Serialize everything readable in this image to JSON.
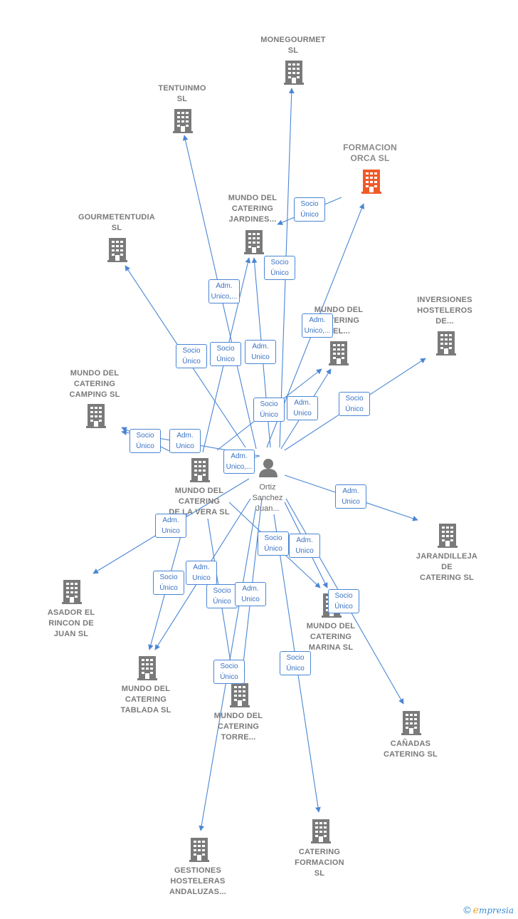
{
  "colors": {
    "edge": "#4a86d4",
    "building": "#7a7a7a",
    "highlight": "#f05a28"
  },
  "person": {
    "label_lines": [
      "Ortiz",
      "Sanchez",
      "Juan..."
    ],
    "icon": "person-icon"
  },
  "companies": [
    {
      "key": "monegourmet",
      "label_lines": [
        "MONEGOURMET",
        "SL"
      ]
    },
    {
      "key": "tentuinmo",
      "label_lines": [
        "TENTUINMO",
        "SL"
      ]
    },
    {
      "key": "formacion_orca",
      "label_lines": [
        "FORMACION",
        "ORCA SL"
      ],
      "highlight": true
    },
    {
      "key": "jardines",
      "label_lines": [
        "MUNDO DEL",
        "CATERING",
        "JARDINES..."
      ]
    },
    {
      "key": "gourmetentudia",
      "label_lines": [
        "GOURMETENTUDIA",
        "SL"
      ]
    },
    {
      "key": "inversiones",
      "label_lines": [
        "INVERSIONES",
        "HOSTELEROS",
        "DE..."
      ]
    },
    {
      "key": "catering_del",
      "label_lines": [
        "MUNDO DEL",
        "CATERING",
        "DEL..."
      ]
    },
    {
      "key": "camping",
      "label_lines": [
        "MUNDO DEL",
        "CATERING",
        "CAMPING SL"
      ]
    },
    {
      "key": "vera",
      "label_lines": [
        "MUNDO DEL",
        "CATERING",
        "DE LA VERA SL"
      ]
    },
    {
      "key": "jarandilleja",
      "label_lines": [
        "JARANDILLEJA",
        "DE",
        "CATERING SL"
      ]
    },
    {
      "key": "asador",
      "label_lines": [
        "ASADOR EL",
        "RINCON DE",
        "JUAN SL"
      ]
    },
    {
      "key": "marina",
      "label_lines": [
        "MUNDO DEL",
        "CATERING",
        "MARINA SL"
      ]
    },
    {
      "key": "tablada",
      "label_lines": [
        "MUNDO DEL",
        "CATERING",
        "TABLADA SL"
      ]
    },
    {
      "key": "torre",
      "label_lines": [
        "MUNDO DEL",
        "CATERING",
        "TORRE..."
      ]
    },
    {
      "key": "canadas",
      "label_lines": [
        "CAÑADAS",
        "CATERING SL"
      ]
    },
    {
      "key": "gestiones",
      "label_lines": [
        "GESTIONES",
        "HOSTELERAS",
        "ANDALUZAS..."
      ]
    },
    {
      "key": "catering_formacion",
      "label_lines": [
        "CATERING",
        "FORMACION",
        "SL"
      ]
    }
  ],
  "relations": [
    {
      "target": "monegourmet",
      "label_lines": [
        "Socio",
        "Único"
      ]
    },
    {
      "target": "tentuinmo",
      "label_lines": [
        "Adm.",
        "Unico,..."
      ]
    },
    {
      "target": "formacion_orca",
      "label_lines": [
        "Adm.",
        "Unico,..."
      ]
    },
    {
      "target": "jardines",
      "label_lines": [
        "Socio",
        "Único"
      ]
    },
    {
      "target": "jardines",
      "label_lines": [
        "Socio",
        "Único"
      ]
    },
    {
      "target": "jardines",
      "label_lines": [
        "Adm.",
        "Unico"
      ]
    },
    {
      "target": "gourmetentudia",
      "label_lines": [
        "Socio",
        "Único"
      ]
    },
    {
      "target": "inversiones",
      "label_lines": [
        "Socio",
        "Único"
      ]
    },
    {
      "target": "catering_del",
      "label_lines": [
        "Socio",
        "Único"
      ]
    },
    {
      "target": "catering_del",
      "label_lines": [
        "Adm.",
        "Unico"
      ]
    },
    {
      "target": "camping",
      "label_lines": [
        "Socio",
        "Único"
      ]
    },
    {
      "target": "camping",
      "label_lines": [
        "Adm.",
        "Unico"
      ]
    },
    {
      "target": "vera",
      "label_lines": [
        "Adm.",
        "Unico,..."
      ]
    },
    {
      "target": "jarandilleja",
      "label_lines": [
        "Adm.",
        "Unico"
      ]
    },
    {
      "target": "asador",
      "label_lines": [
        "Adm.",
        "Unico"
      ]
    },
    {
      "target": "marina",
      "label_lines": [
        "Socio",
        "Único"
      ]
    },
    {
      "target": "marina",
      "label_lines": [
        "Adm.",
        "Unico"
      ]
    },
    {
      "target": "tablada",
      "label_lines": [
        "Socio",
        "Único"
      ]
    },
    {
      "target": "tablada",
      "label_lines": [
        "Adm.",
        "Unico"
      ]
    },
    {
      "target": "torre",
      "label_lines": [
        "Socio",
        "Único"
      ]
    },
    {
      "target": "torre",
      "label_lines": [
        "Adm.",
        "Unico"
      ]
    },
    {
      "target": "canadas",
      "label_lines": [
        "Socio",
        "Único"
      ]
    },
    {
      "target": "gestiones",
      "label_lines": [
        "Socio",
        "Único"
      ]
    },
    {
      "target": "catering_formacion",
      "label_lines": [
        "Socio",
        "Único"
      ]
    }
  ],
  "branding": {
    "copyright_symbol": "©",
    "brand_initial": "e",
    "brand_rest": "mpresia"
  }
}
